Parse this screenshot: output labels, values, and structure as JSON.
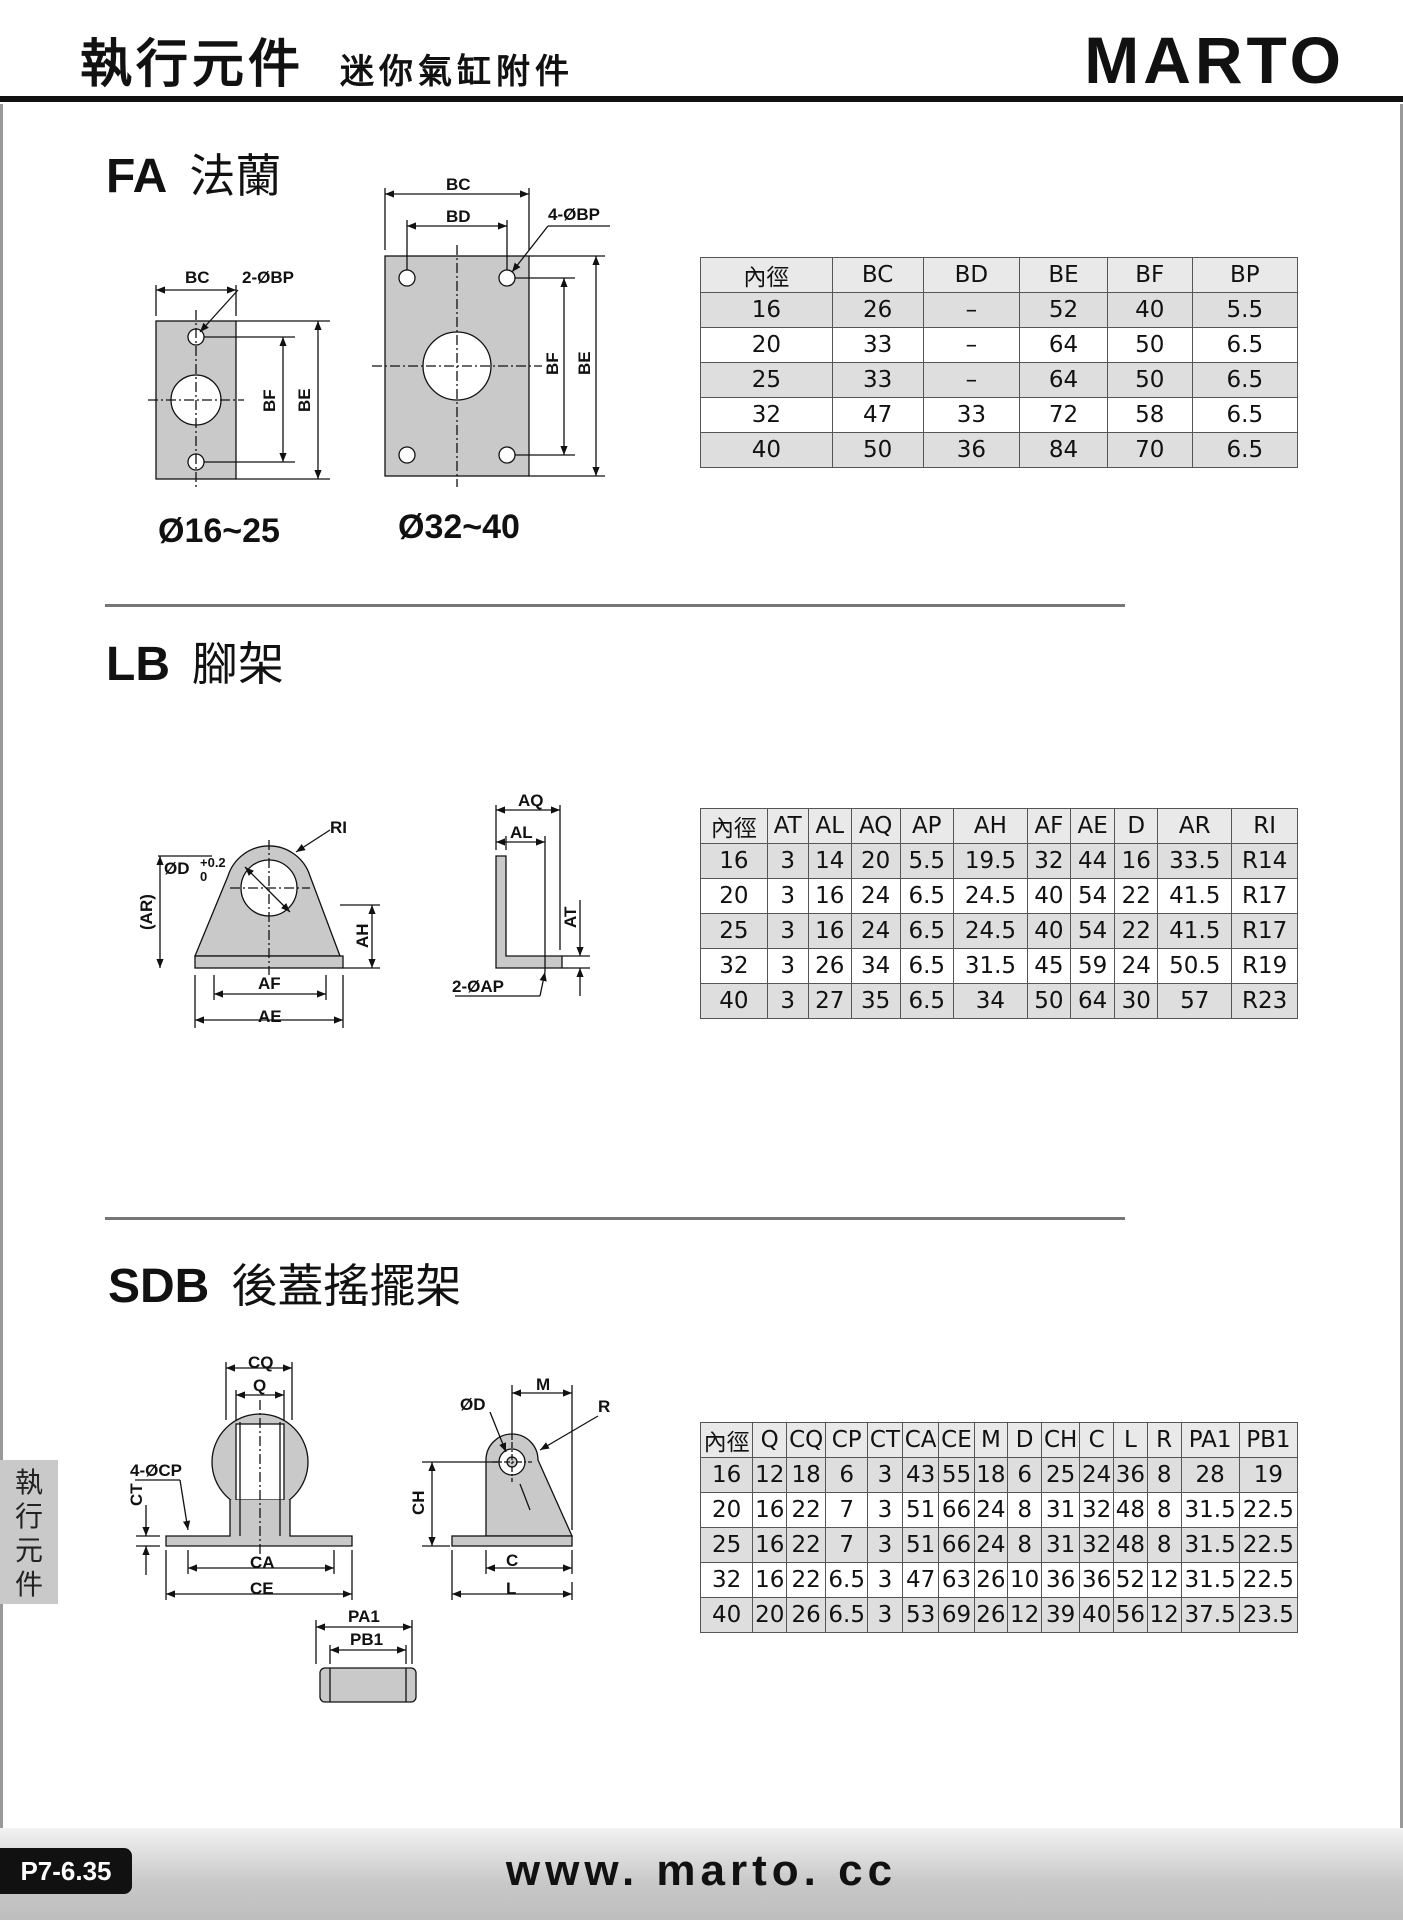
{
  "header": {
    "title_cn": "執行元件",
    "subtitle_cn": "迷你氣缸附件",
    "brand": "MARTO"
  },
  "side_tab": {
    "text": "執行元件"
  },
  "footer": {
    "page_code": "P7-6.35",
    "website": "www. marto. cc"
  },
  "sections": {
    "fa": {
      "code": "FA",
      "name": "法蘭",
      "caption_small": "Ø16~25",
      "caption_large": "Ø32~40",
      "dim_small": {
        "bc": "BC",
        "bp": "2-ØBP",
        "bf": "BF",
        "be": "BE"
      },
      "dim_large": {
        "bc": "BC",
        "bd": "BD",
        "bp": "4-ØBP",
        "bf": "BF",
        "be": "BE"
      },
      "table": {
        "headers": [
          "內徑",
          "BC",
          "BD",
          "BE",
          "BF",
          "BP"
        ],
        "rows": [
          [
            "16",
            "26",
            "–",
            "52",
            "40",
            "5.5"
          ],
          [
            "20",
            "33",
            "–",
            "64",
            "50",
            "6.5"
          ],
          [
            "25",
            "33",
            "–",
            "64",
            "50",
            "6.5"
          ],
          [
            "32",
            "47",
            "33",
            "72",
            "58",
            "6.5"
          ],
          [
            "40",
            "50",
            "36",
            "84",
            "70",
            "6.5"
          ]
        ]
      }
    },
    "lb": {
      "code": "LB",
      "name": "腳架",
      "dims": {
        "ri": "RI",
        "d": "ØD",
        "tol_up": "+0.2",
        "tol_dn": "0",
        "ar": "(AR)",
        "ah": "AH",
        "af": "AF",
        "ae": "AE",
        "aq": "AQ",
        "al": "AL",
        "at": "AT",
        "ap": "2-ØAP"
      },
      "table": {
        "headers": [
          "內徑",
          "AT",
          "AL",
          "AQ",
          "AP",
          "AH",
          "AF",
          "AE",
          "D",
          "AR",
          "RI"
        ],
        "rows": [
          [
            "16",
            "3",
            "14",
            "20",
            "5.5",
            "19.5",
            "32",
            "44",
            "16",
            "33.5",
            "R14"
          ],
          [
            "20",
            "3",
            "16",
            "24",
            "6.5",
            "24.5",
            "40",
            "54",
            "22",
            "41.5",
            "R17"
          ],
          [
            "25",
            "3",
            "16",
            "24",
            "6.5",
            "24.5",
            "40",
            "54",
            "22",
            "41.5",
            "R17"
          ],
          [
            "32",
            "3",
            "26",
            "34",
            "6.5",
            "31.5",
            "45",
            "59",
            "24",
            "50.5",
            "R19"
          ],
          [
            "40",
            "3",
            "27",
            "35",
            "6.5",
            "34",
            "50",
            "64",
            "30",
            "57",
            "R23"
          ]
        ]
      }
    },
    "sdb": {
      "code": "SDB",
      "name": "後蓋搖擺架",
      "dims": {
        "cq": "CQ",
        "q": "Q",
        "cp": "4-ØCP",
        "ct": "CT",
        "ca": "CA",
        "ce": "CE",
        "d": "ØD",
        "m": "M",
        "r": "R",
        "ch": "CH",
        "c": "C",
        "l": "L",
        "pa1": "PA1",
        "pb1": "PB1"
      },
      "table": {
        "headers": [
          "內徑",
          "Q",
          "CQ",
          "CP",
          "CT",
          "CA",
          "CE",
          "M",
          "D",
          "CH",
          "C",
          "L",
          "R",
          "PA1",
          "PB1"
        ],
        "rows": [
          [
            "16",
            "12",
            "18",
            "6",
            "3",
            "43",
            "55",
            "18",
            "6",
            "25",
            "24",
            "36",
            "8",
            "28",
            "19"
          ],
          [
            "20",
            "16",
            "22",
            "7",
            "3",
            "51",
            "66",
            "24",
            "8",
            "31",
            "32",
            "48",
            "8",
            "31.5",
            "22.5"
          ],
          [
            "25",
            "16",
            "22",
            "7",
            "3",
            "51",
            "66",
            "24",
            "8",
            "31",
            "32",
            "48",
            "8",
            "31.5",
            "22.5"
          ],
          [
            "32",
            "16",
            "22",
            "6.5",
            "3",
            "47",
            "63",
            "26",
            "10",
            "36",
            "36",
            "52",
            "12",
            "31.5",
            "22.5"
          ],
          [
            "40",
            "20",
            "26",
            "6.5",
            "3",
            "53",
            "69",
            "26",
            "12",
            "39",
            "40",
            "56",
            "12",
            "37.5",
            "23.5"
          ]
        ]
      }
    }
  }
}
